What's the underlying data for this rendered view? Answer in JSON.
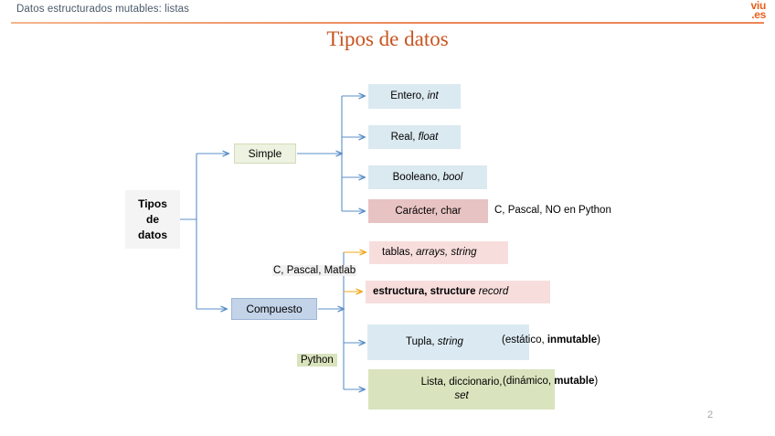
{
  "header": {
    "title": "Datos estructurados mutables: listas",
    "brand_line1": "viu",
    "brand_line2": ".es",
    "brand_color": "#e8601c",
    "rule_color": "#e8703a"
  },
  "slide": {
    "title": "Tipos de datos",
    "title_color": "#c8541f",
    "page_number": "2"
  },
  "diagram": {
    "root": {
      "label": "Tipos\nde\ndatos",
      "bg": "#f4f4f4"
    },
    "branches": [
      {
        "name": "simple",
        "label": "Simple",
        "bg": "#eef2e0",
        "border": "#d2dcb8"
      },
      {
        "name": "compuesto",
        "label": "Compuesto",
        "bg": "#c3d3e8",
        "border": "#9db6d6"
      }
    ],
    "simple_types": [
      {
        "name": "entero",
        "text": "Entero, ",
        "italic": "int",
        "bg": "#dbe9f1"
      },
      {
        "name": "real",
        "text": "Real, ",
        "italic": "float",
        "bg": "#dbe9f1"
      },
      {
        "name": "booleano",
        "text": "Booleano, ",
        "italic": "bool",
        "bg": "#dbe9f1"
      },
      {
        "name": "caracter",
        "text": "Carácter, char",
        "italic": "",
        "bg": "#e8c3c3"
      }
    ],
    "compound_types": [
      {
        "name": "tablas",
        "text": "tablas, ",
        "italic": "arrays, string",
        "bg": "#f7dedd"
      },
      {
        "name": "estructura",
        "text": "estructura, structure ",
        "italic": "record",
        "bg": "#f7dedd"
      },
      {
        "name": "tupla",
        "text": "Tupla, ",
        "italic": "string",
        "bg": "#dbeaf2"
      },
      {
        "name": "lista",
        "text": "Lista, diccionario,",
        "italic": "set",
        "bg": "#d9e3bd"
      }
    ],
    "annotations": {
      "caracter_note": "C, Pascal, NO en Python",
      "c_pascal_matlab": "C, Pascal, Matlab",
      "python": "Python",
      "tupla_note_open": "(estático, ",
      "tupla_note_bold": "inmutable",
      "tupla_note_close": ")",
      "lista_note_open": "(dinámico, ",
      "lista_note_bold": "mutable",
      "lista_note_close": ")"
    },
    "arrow_colors": {
      "blue": "#5b8fc9",
      "orange": "#f0a81e"
    }
  }
}
